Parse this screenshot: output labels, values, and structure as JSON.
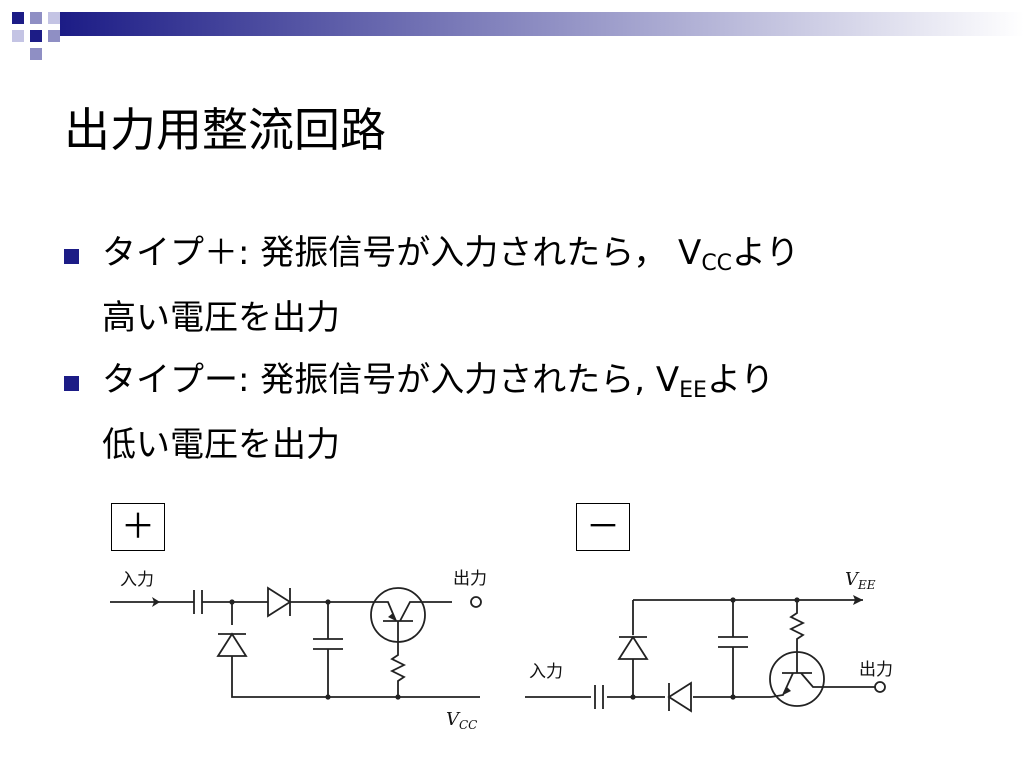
{
  "slide": {
    "title": "出力用整流回路",
    "bullets": [
      {
        "text": "タイプ＋: 発振信号が入力されたら，  V",
        "sub": "CC",
        "after": "より",
        "line2": "高い電圧を出力"
      },
      {
        "text": "タイプー: 発振信号が入力されたら, V",
        "sub": "EE",
        "after": "より",
        "line2": "低い電圧を出力"
      }
    ]
  },
  "diagram_plus": {
    "box_label": "＋",
    "input_label": "入力",
    "output_label": "出力",
    "rail_main": "V",
    "rail_sub": "CC"
  },
  "diagram_minus": {
    "box_label": "－",
    "input_label": "入力",
    "output_label": "出力",
    "rail_main": "V",
    "rail_sub": "EE"
  },
  "colors": {
    "accent": "#1c1c86",
    "deco_light": "#8f8fc4"
  }
}
